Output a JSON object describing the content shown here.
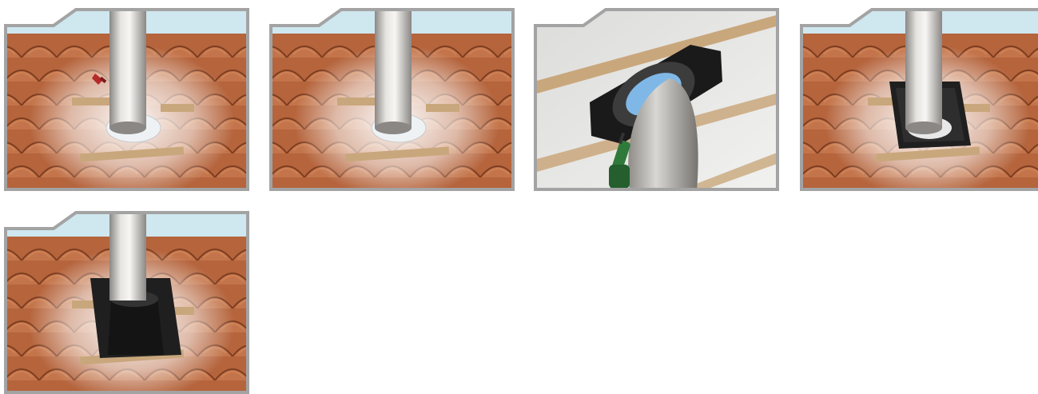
{
  "panels": [
    {
      "id": "p1",
      "scene": "roof",
      "step": "sealant-around-pipe",
      "tool": "caulk-gun-icon"
    },
    {
      "id": "p2",
      "scene": "roof",
      "step": "pipe-through-opening"
    },
    {
      "id": "p3",
      "scene": "ceiling",
      "step": "screw-plate-underside",
      "tool": "drill-icon"
    },
    {
      "id": "p4",
      "scene": "roof",
      "step": "base-flange-installed"
    },
    {
      "id": "p5",
      "scene": "roof",
      "step": "cone-flashing-installed"
    }
  ],
  "colors": {
    "frame": "#a3a3a3",
    "sky": "#cfe7ef",
    "tile": "#b5643c",
    "tile_dark": "#7d3d20",
    "wood": "#c9a77c",
    "pipe_light": "#e6e4e0",
    "pipe_dark": "#8a8784",
    "flashing": "#1f1f1f",
    "drill": "#2f7a3a"
  }
}
